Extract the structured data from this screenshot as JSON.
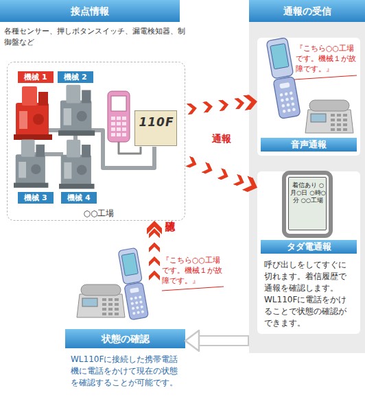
{
  "diagram": {
    "nodes": [
      {
        "text": [
          "接点情報",
          "各種センサー、押しボタンスイッチ、漏電検知器、制御盤など"
        ]
      },
      {
        "text": [
          "○○工場"
        ],
        "in": 0
      },
      {
        "text": [
          "機械 1"
        ],
        "in": 1
      },
      {
        "text": [
          "機械 2"
        ],
        "in": 1
      },
      {
        "text": [
          "機械 3"
        ],
        "in": 1
      },
      {
        "text": [
          "機械 4"
        ],
        "in": 1
      },
      {
        "text": [
          "110F"
        ],
        "in": 1
      },
      {
        "text": [
          "通報の受信"
        ]
      },
      {
        "text": [
          "『こちら○○工場です。機械１が故障です。』",
          "音声通報"
        ],
        "in": 7
      },
      {
        "text": [
          "タダ電通報",
          "呼び出しをしてすぐに切れます。着信履歴で通報を確認します。WL110Fに電話をかけることで状態の確認ができます。"
        ],
        "in": 7
      },
      {
        "text": [
          "着信あり ○月○日 ○時○分 ○○工場"
        ],
        "in": 9
      },
      {
        "text": [
          "状態の確認",
          "WL110Fに接続した携帯電話機に電話をかけて現在の状態を確認することが可能です。"
        ]
      }
    ],
    "edges": [
      {
        "from": 1,
        "to": 8,
        "label": "通報",
        "arrow": "to"
      },
      {
        "from": 1,
        "to": 9,
        "arrow": "to"
      },
      {
        "from": 11,
        "to": 1,
        "label": "確認",
        "arrow": "to"
      },
      {
        "from": 7,
        "to": 11,
        "arrow": "to"
      }
    ],
    "labels": [
      "『こちら○○工場です。機械１が故障です。』"
    ]
  }
}
